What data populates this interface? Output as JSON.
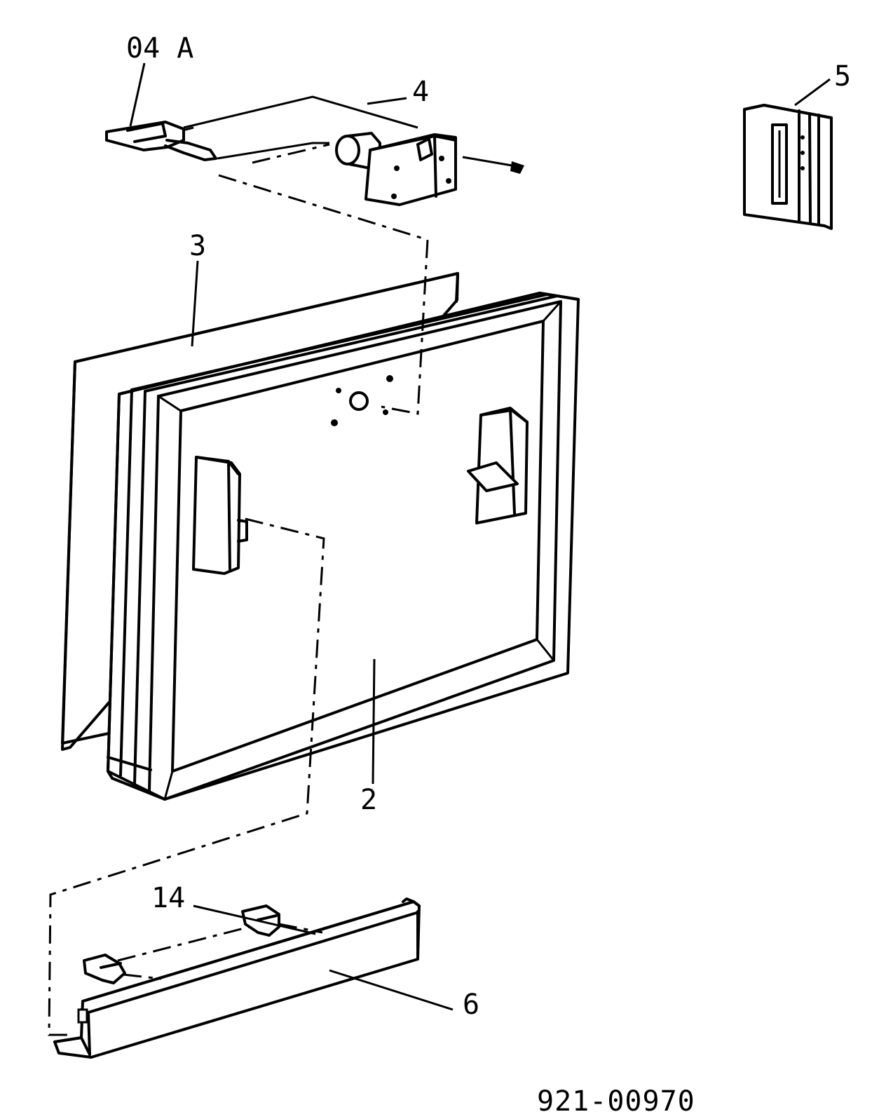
{
  "labels": {
    "part_04a": "04 A",
    "part_4": "4",
    "part_5": "5",
    "part_3": "3",
    "part_2": "2",
    "part_14": "14",
    "part_6": "6"
  },
  "document": {
    "id": "921-00970"
  },
  "colors": {
    "ink": "#000000",
    "paper": "#ffffff"
  }
}
